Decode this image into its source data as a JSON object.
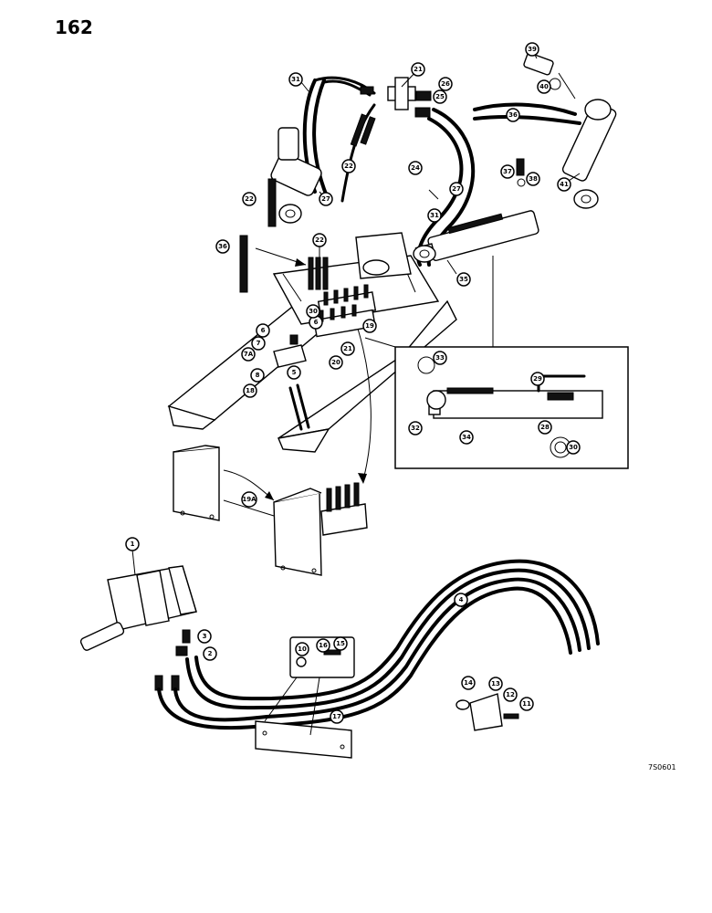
{
  "page": {
    "number": "162",
    "figure_code": "7S0601"
  },
  "callouts": [
    {
      "id": "c31a",
      "label": "31"
    },
    {
      "id": "c21a",
      "label": "21"
    },
    {
      "id": "c26",
      "label": "26"
    },
    {
      "id": "c25",
      "label": "25"
    },
    {
      "id": "c22a",
      "label": "22"
    },
    {
      "id": "c24",
      "label": "24"
    },
    {
      "id": "c27a",
      "label": "27"
    },
    {
      "id": "c27b",
      "label": "27"
    },
    {
      "id": "c22b",
      "label": "22"
    },
    {
      "id": "c31b",
      "label": "31"
    },
    {
      "id": "c35",
      "label": "35"
    },
    {
      "id": "c36",
      "label": "36"
    },
    {
      "id": "c22c",
      "label": "22"
    },
    {
      "id": "c39",
      "label": "39"
    },
    {
      "id": "c40",
      "label": "40"
    },
    {
      "id": "c36b",
      "label": "36"
    },
    {
      "id": "c37",
      "label": "37"
    },
    {
      "id": "c38",
      "label": "38"
    },
    {
      "id": "c41",
      "label": "41"
    },
    {
      "id": "c6a",
      "label": "6"
    },
    {
      "id": "c7",
      "label": "7"
    },
    {
      "id": "c7a",
      "label": "7A"
    },
    {
      "id": "c5",
      "label": "5"
    },
    {
      "id": "c8",
      "label": "8"
    },
    {
      "id": "c18",
      "label": "18"
    },
    {
      "id": "c20",
      "label": "20"
    },
    {
      "id": "c21b",
      "label": "21"
    },
    {
      "id": "c6b",
      "label": "6"
    },
    {
      "id": "c19",
      "label": "19"
    },
    {
      "id": "c30a",
      "label": "30"
    },
    {
      "id": "c33",
      "label": "33"
    },
    {
      "id": "c29a",
      "label": "29"
    },
    {
      "id": "c32",
      "label": "32"
    },
    {
      "id": "c34",
      "label": "34"
    },
    {
      "id": "c28",
      "label": "28"
    },
    {
      "id": "c30b",
      "label": "30"
    },
    {
      "id": "c19a",
      "label": "19A"
    },
    {
      "id": "c1",
      "label": "1"
    },
    {
      "id": "c3",
      "label": "3"
    },
    {
      "id": "c2",
      "label": "2"
    },
    {
      "id": "c4",
      "label": "4"
    },
    {
      "id": "c10",
      "label": "10"
    },
    {
      "id": "c16",
      "label": "16"
    },
    {
      "id": "c15",
      "label": "15"
    },
    {
      "id": "c17",
      "label": "17"
    },
    {
      "id": "c14",
      "label": "14"
    },
    {
      "id": "c13",
      "label": "13"
    },
    {
      "id": "c12",
      "label": "12"
    },
    {
      "id": "c11",
      "label": "11"
    }
  ]
}
